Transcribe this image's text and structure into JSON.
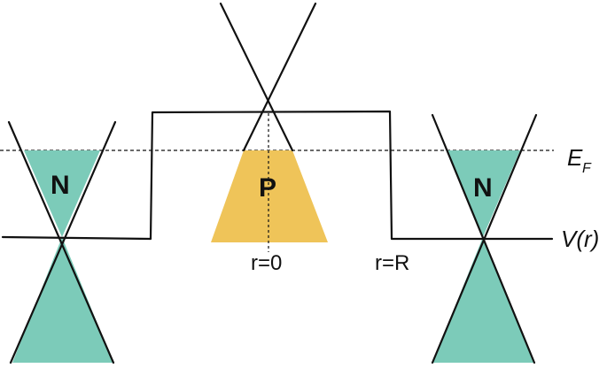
{
  "labels": {
    "left_region": "N",
    "center_region": "P",
    "right_region": "N",
    "fermi_main": "E",
    "fermi_sub": "F",
    "potential": "V(r)",
    "pos_center": "r=0",
    "pos_edge": "r=R"
  },
  "colors": {
    "n_fill": "#7ccbb9",
    "p_fill": "#efc459",
    "line": "#111111"
  }
}
